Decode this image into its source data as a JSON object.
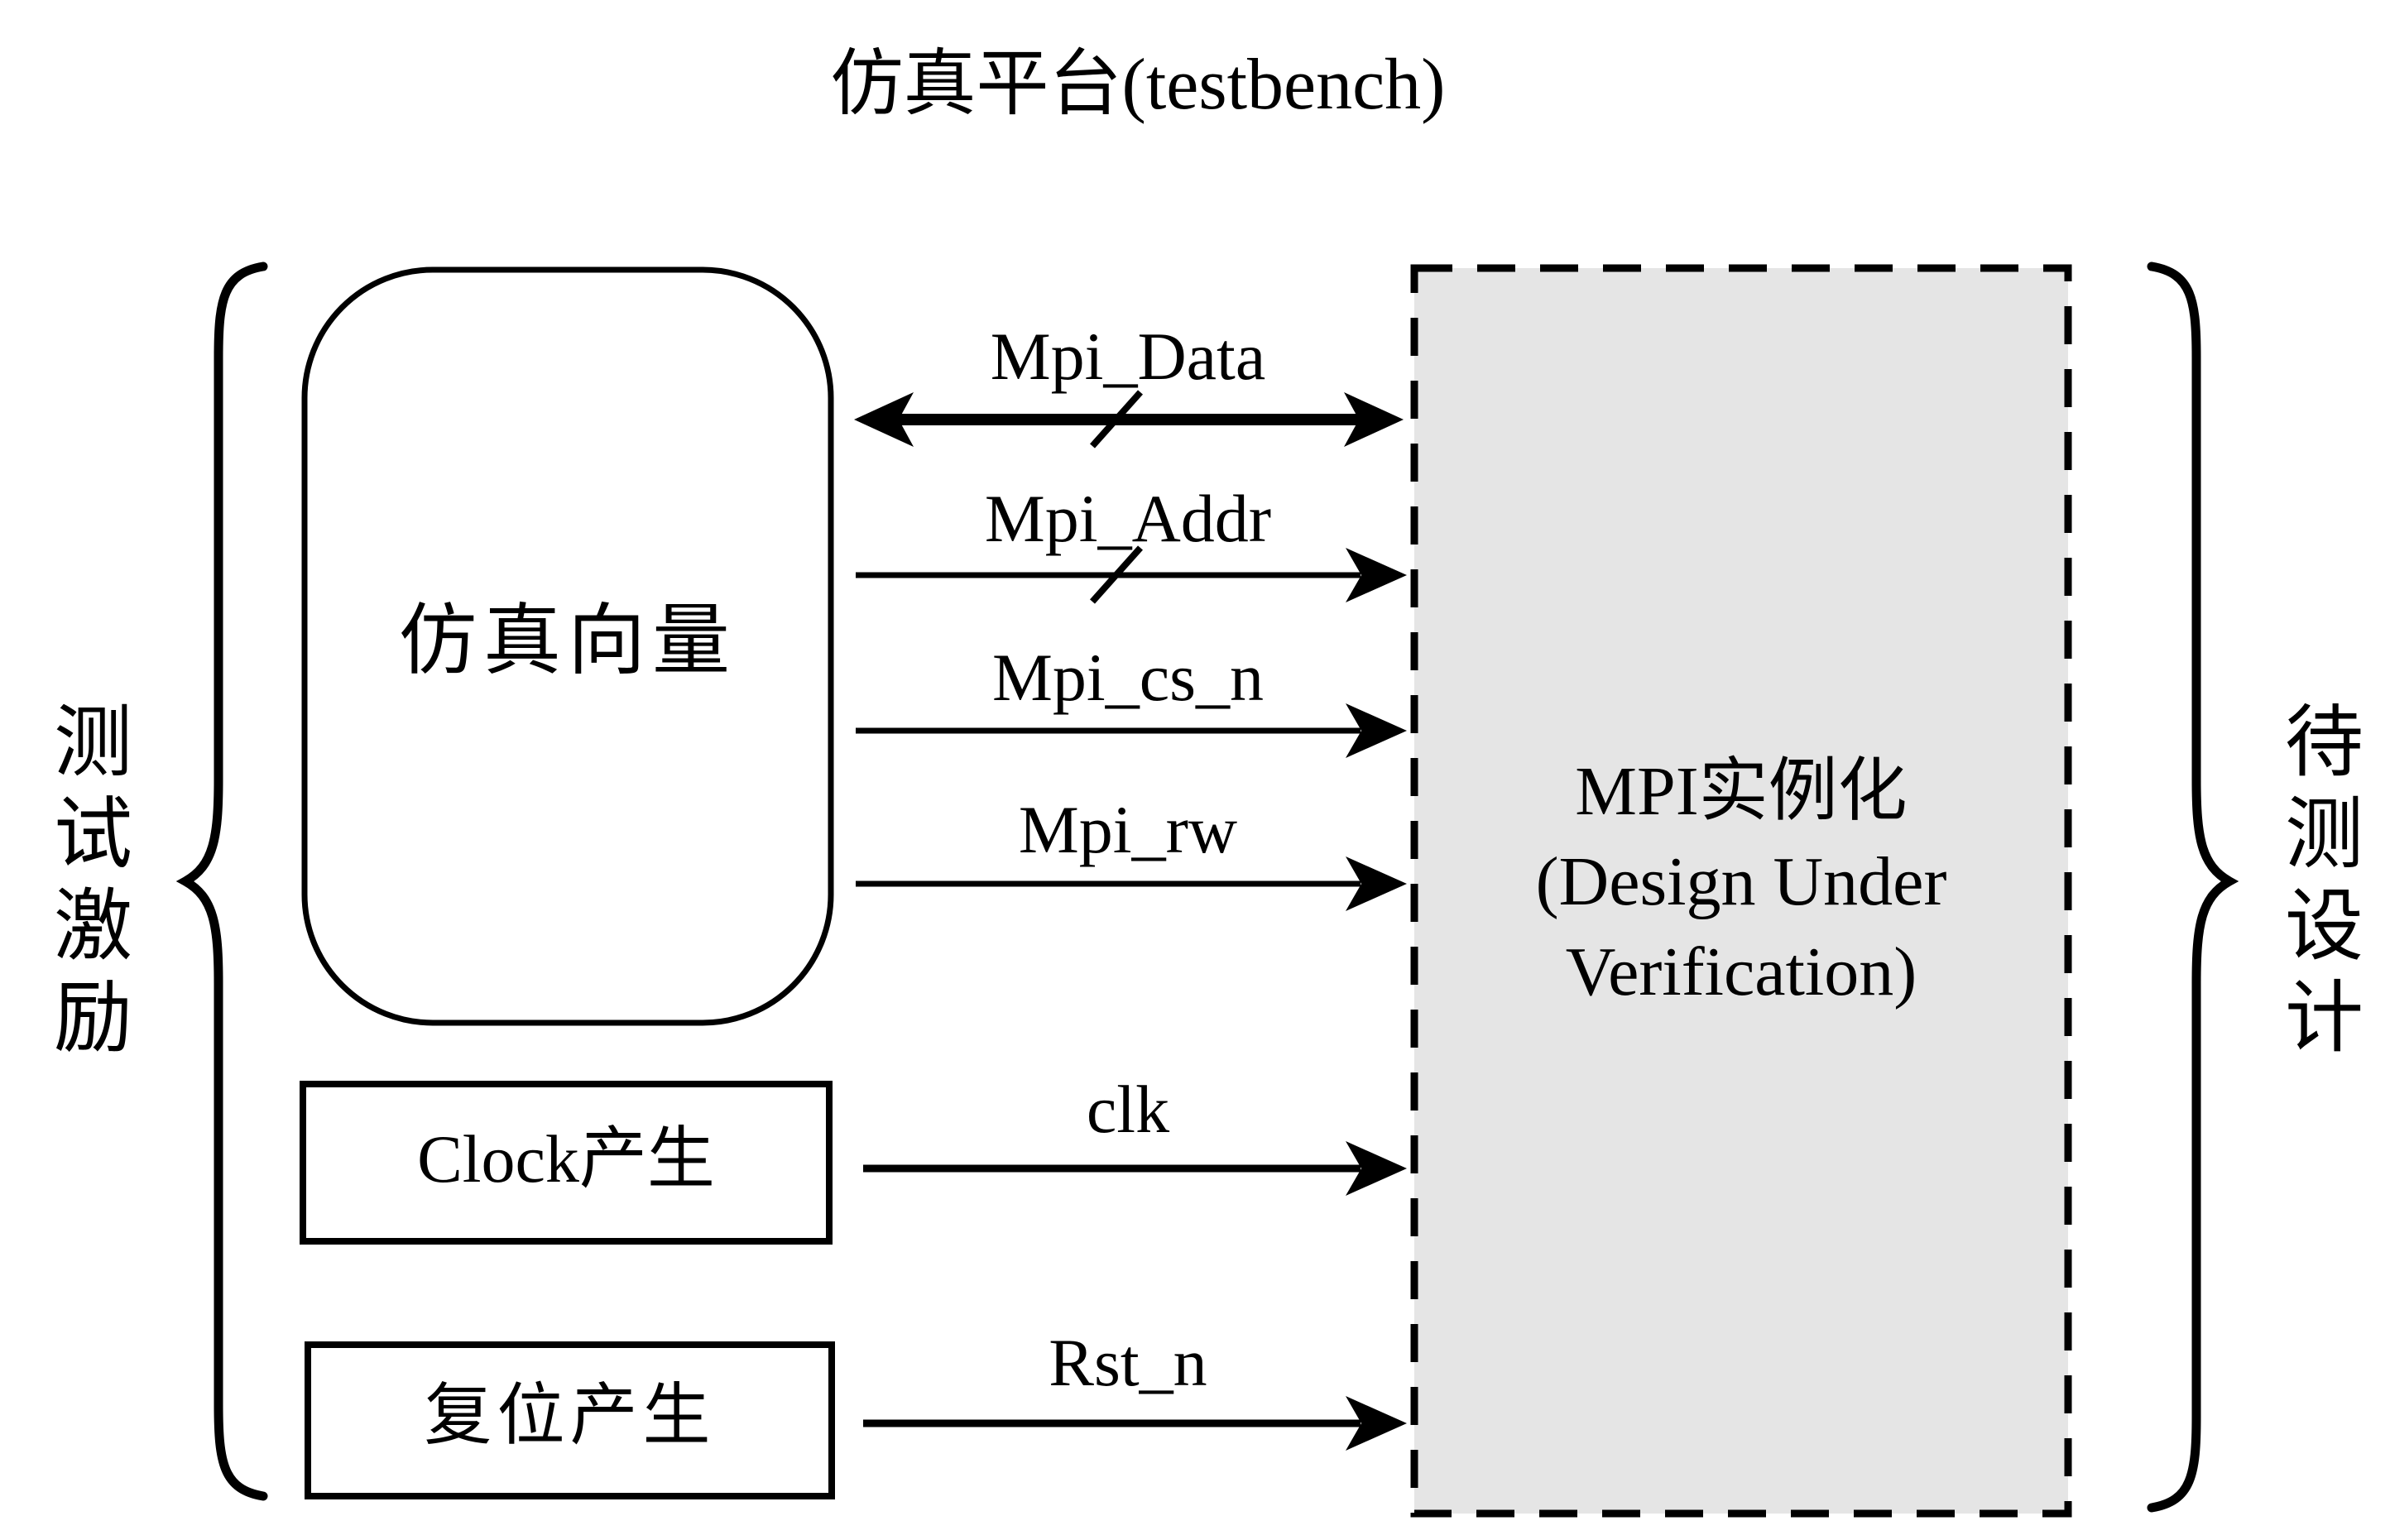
{
  "title": "仿真平台(testbench)",
  "left_group": {
    "brace_label": "测试激励",
    "sim_vector_label": "仿真向量",
    "clock_label": "Clock产生",
    "reset_label": "复位产生"
  },
  "right_group": {
    "brace_label": "待测设计"
  },
  "duv": {
    "text": "MPI实例化\n(Design Under\nVerification)",
    "fill_color": "#e5e5e5"
  },
  "signals": [
    {
      "label": "Mpi_Data",
      "direction": "bidirectional",
      "bus": true
    },
    {
      "label": "Mpi_Addr",
      "direction": "to_duv",
      "bus": true
    },
    {
      "label": "Mpi_cs_n",
      "direction": "to_duv",
      "bus": false
    },
    {
      "label": "Mpi_rw",
      "direction": "to_duv",
      "bus": false
    },
    {
      "label": "clk",
      "direction": "to_duv",
      "bus": false
    },
    {
      "label": "Rst_n",
      "direction": "to_duv",
      "bus": false
    }
  ],
  "colors": {
    "line": "#000000",
    "duv_fill": "#e5e5e5",
    "background": "#ffffff"
  }
}
